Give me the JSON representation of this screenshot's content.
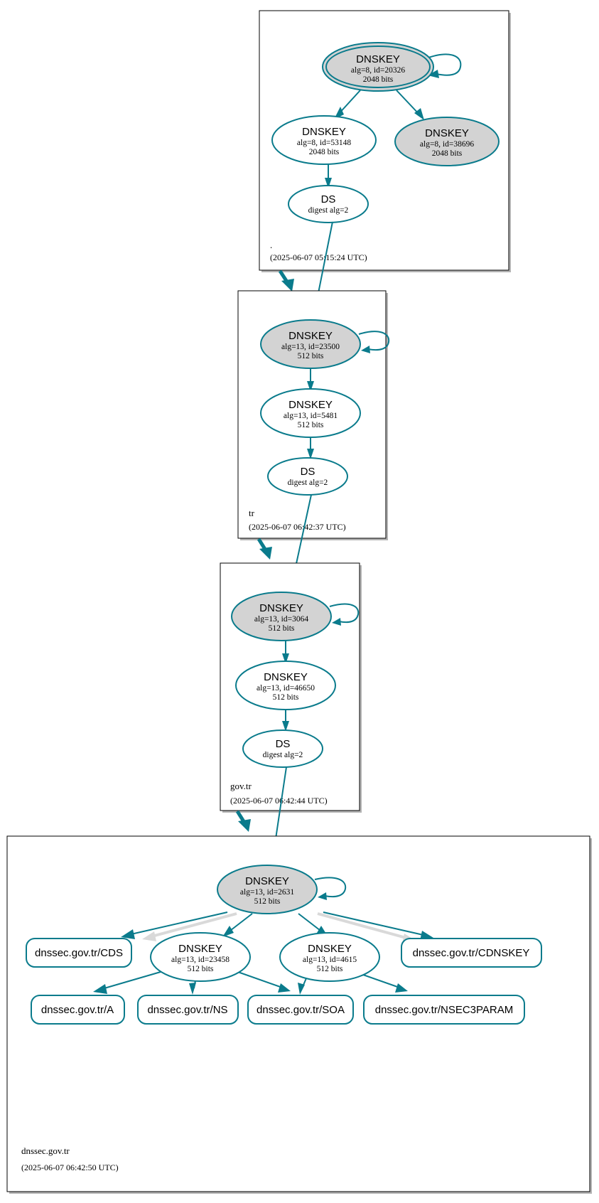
{
  "diagram": {
    "kind": "dnssec-authentication-chain",
    "colors": {
      "node_stroke": "#0a7b8c",
      "edge_teal": "#0a7b8c",
      "edge_gray": "#d9d9d9",
      "fill_secure": "#d3d3d3",
      "fill_plain": "#ffffff",
      "zone_border": "#000000",
      "zone_shadow": "#b3b3b3"
    }
  },
  "zones": [
    {
      "id": "root",
      "label": ".",
      "timestamp": "(2025-06-07 05:15:24 UTC)",
      "nodes": [
        {
          "id": "root-ksk",
          "type": "DNSKEY",
          "title": "DNSKEY",
          "params": "alg=8, id=20326",
          "size": "2048 bits",
          "shade": "gray",
          "double_border": true
        },
        {
          "id": "root-zsk",
          "type": "DNSKEY",
          "title": "DNSKEY",
          "params": "alg=8, id=53148",
          "size": "2048 bits",
          "shade": "white",
          "double_border": false
        },
        {
          "id": "root-alt",
          "type": "DNSKEY",
          "title": "DNSKEY",
          "params": "alg=8, id=38696",
          "size": "2048 bits",
          "shade": "gray",
          "double_border": false
        },
        {
          "id": "root-ds",
          "type": "DS",
          "title": "DS",
          "params": "digest alg=2",
          "size": "",
          "shade": "white",
          "double_border": false
        }
      ]
    },
    {
      "id": "tr",
      "label": "tr",
      "timestamp": "(2025-06-07 06:42:37 UTC)",
      "nodes": [
        {
          "id": "tr-ksk",
          "type": "DNSKEY",
          "title": "DNSKEY",
          "params": "alg=13, id=23500",
          "size": "512 bits",
          "shade": "gray",
          "double_border": false
        },
        {
          "id": "tr-zsk",
          "type": "DNSKEY",
          "title": "DNSKEY",
          "params": "alg=13, id=5481",
          "size": "512 bits",
          "shade": "white",
          "double_border": false
        },
        {
          "id": "tr-ds",
          "type": "DS",
          "title": "DS",
          "params": "digest alg=2",
          "size": "",
          "shade": "white",
          "double_border": false
        }
      ]
    },
    {
      "id": "govtr",
      "label": "gov.tr",
      "timestamp": "(2025-06-07 06:42:44 UTC)",
      "nodes": [
        {
          "id": "govtr-ksk",
          "type": "DNSKEY",
          "title": "DNSKEY",
          "params": "alg=13, id=3064",
          "size": "512 bits",
          "shade": "gray",
          "double_border": false
        },
        {
          "id": "govtr-zsk",
          "type": "DNSKEY",
          "title": "DNSKEY",
          "params": "alg=13, id=46650",
          "size": "512 bits",
          "shade": "white",
          "double_border": false
        },
        {
          "id": "govtr-ds",
          "type": "DS",
          "title": "DS",
          "params": "digest alg=2",
          "size": "",
          "shade": "white",
          "double_border": false
        }
      ]
    },
    {
      "id": "dnssecgovtr",
      "label": "dnssec.gov.tr",
      "timestamp": "(2025-06-07 06:42:50 UTC)",
      "nodes": [
        {
          "id": "leaf-ksk",
          "type": "DNSKEY",
          "title": "DNSKEY",
          "params": "alg=13, id=2631",
          "size": "512 bits",
          "shade": "gray",
          "double_border": false
        },
        {
          "id": "leaf-zsk1",
          "type": "DNSKEY",
          "title": "DNSKEY",
          "params": "alg=13, id=23458",
          "size": "512 bits",
          "shade": "white",
          "double_border": false
        },
        {
          "id": "leaf-zsk2",
          "type": "DNSKEY",
          "title": "DNSKEY",
          "params": "alg=13, id=4615",
          "size": "512 bits",
          "shade": "white",
          "double_border": false
        }
      ],
      "rrsets": [
        {
          "id": "rr-cds",
          "label": "dnssec.gov.tr/CDS"
        },
        {
          "id": "rr-cdnskey",
          "label": "dnssec.gov.tr/CDNSKEY"
        },
        {
          "id": "rr-a",
          "label": "dnssec.gov.tr/A"
        },
        {
          "id": "rr-ns",
          "label": "dnssec.gov.tr/NS"
        },
        {
          "id": "rr-soa",
          "label": "dnssec.gov.tr/SOA"
        },
        {
          "id": "rr-nsec3param",
          "label": "dnssec.gov.tr/NSEC3PARAM"
        }
      ]
    }
  ]
}
